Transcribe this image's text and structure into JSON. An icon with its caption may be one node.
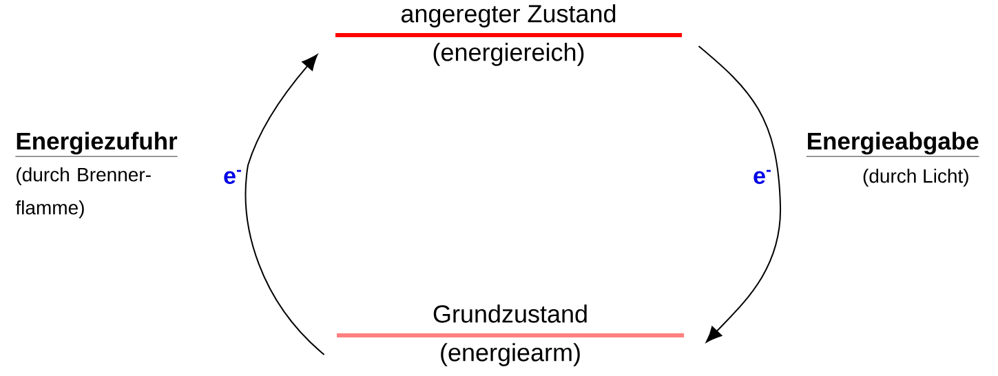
{
  "diagram": {
    "nodes": [
      {
        "text": [
          "angeregter Zustand",
          "(energiereich)"
        ]
      },
      {
        "text": [
          "Grundzustand",
          "(energiearm)"
        ]
      }
    ],
    "edges": [
      {
        "from": 1,
        "to": 0,
        "arrow": "to",
        "label": "e$^{-}$"
      },
      {
        "from": 0,
        "to": 1,
        "arrow": "to",
        "label": "e$^{-}$"
      }
    ],
    "labels": [
      "Energiezufuhr",
      "(durch Brenner- flamme)",
      "Energieabgabe",
      "(durch Licht)"
    ]
  }
}
